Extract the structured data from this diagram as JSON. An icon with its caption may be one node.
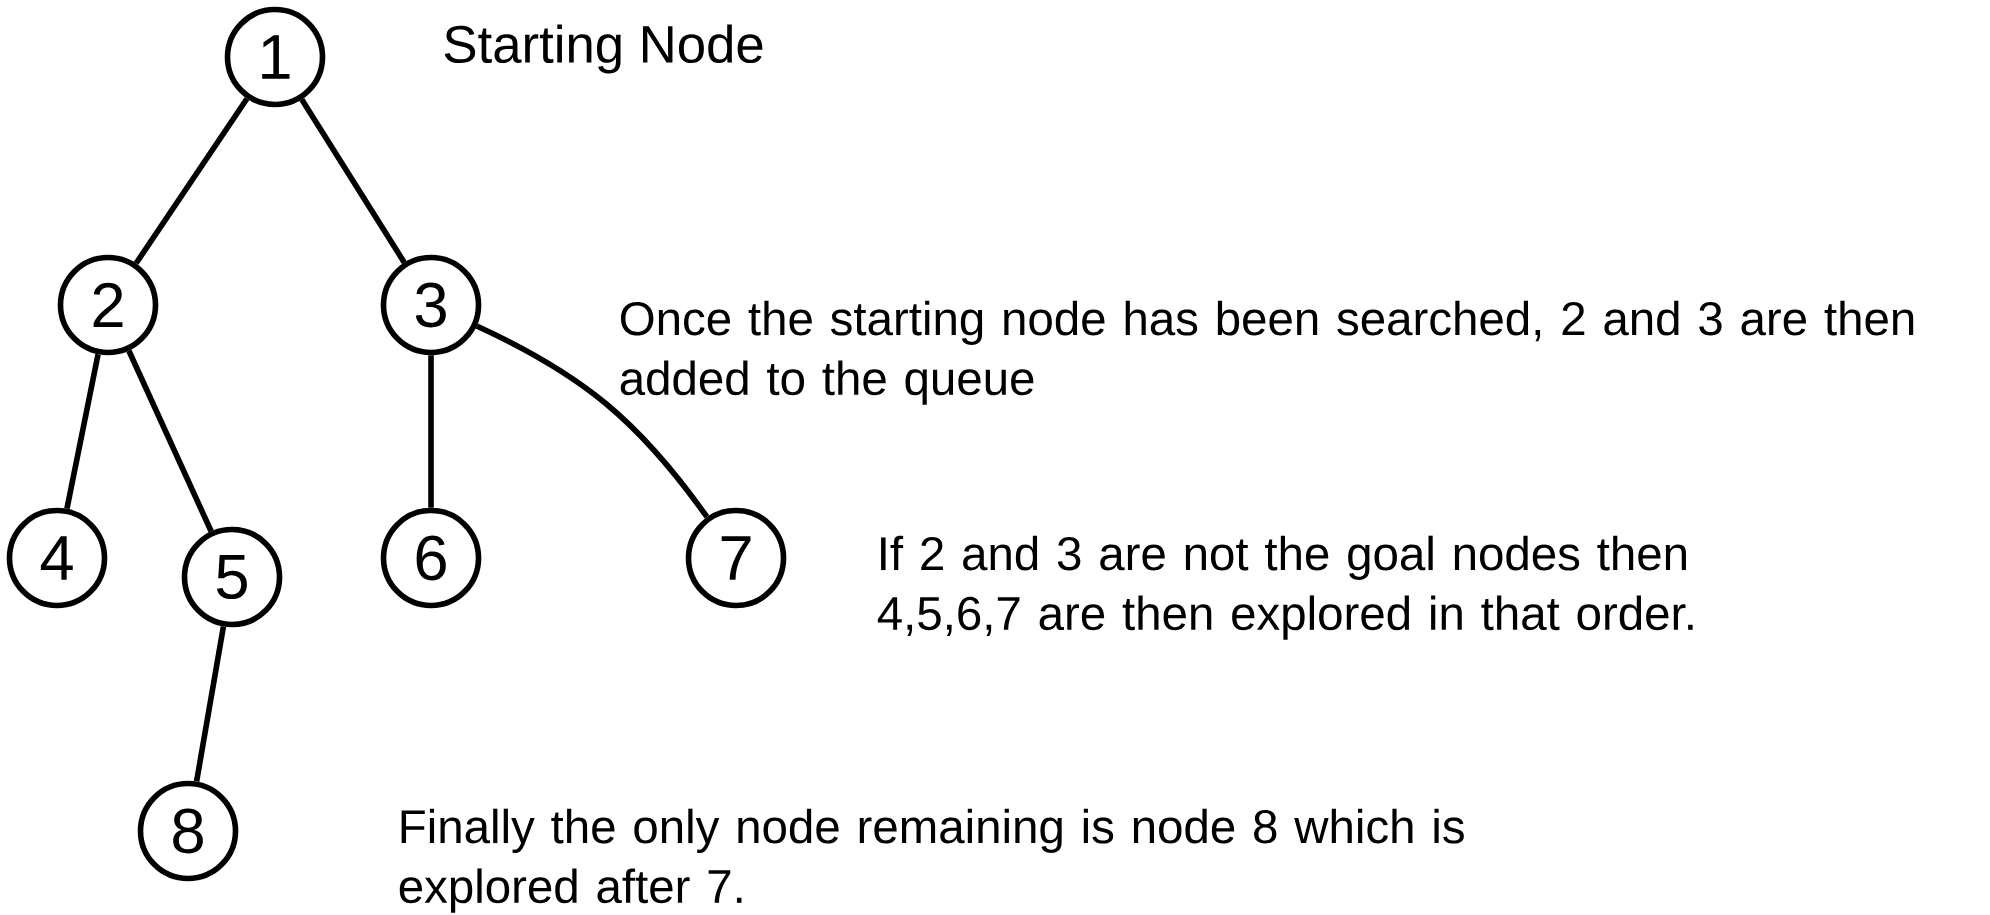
{
  "diagram": {
    "nodes": [
      {
        "text": [
          "1"
        ],
        "beside": [
          "Starting Node"
        ]
      },
      {
        "text": [
          "2"
        ]
      },
      {
        "text": [
          "3"
        ]
      },
      {
        "text": [
          "4"
        ]
      },
      {
        "text": [
          "5"
        ]
      },
      {
        "text": [
          "6"
        ]
      },
      {
        "text": [
          "7"
        ]
      },
      {
        "text": [
          "8"
        ]
      }
    ],
    "edges": [
      {
        "from": 0,
        "to": 1,
        "arrow": "none"
      },
      {
        "from": 0,
        "to": 2,
        "arrow": "none"
      },
      {
        "from": 1,
        "to": 3,
        "arrow": "none"
      },
      {
        "from": 1,
        "to": 4,
        "arrow": "none"
      },
      {
        "from": 2,
        "to": 5,
        "arrow": "none"
      },
      {
        "from": 2,
        "to": 6,
        "arrow": "none"
      },
      {
        "from": 4,
        "to": 7,
        "arrow": "none"
      }
    ],
    "labels": [
      "Once the starting node has been searched, 2 and 3 are then added to the queue",
      "If 2 and 3 are not the goal nodes then 4,5,6,7 are then explored in that order.",
      "Finally the only node remaining is node 8 which is explored after 7."
    ]
  }
}
